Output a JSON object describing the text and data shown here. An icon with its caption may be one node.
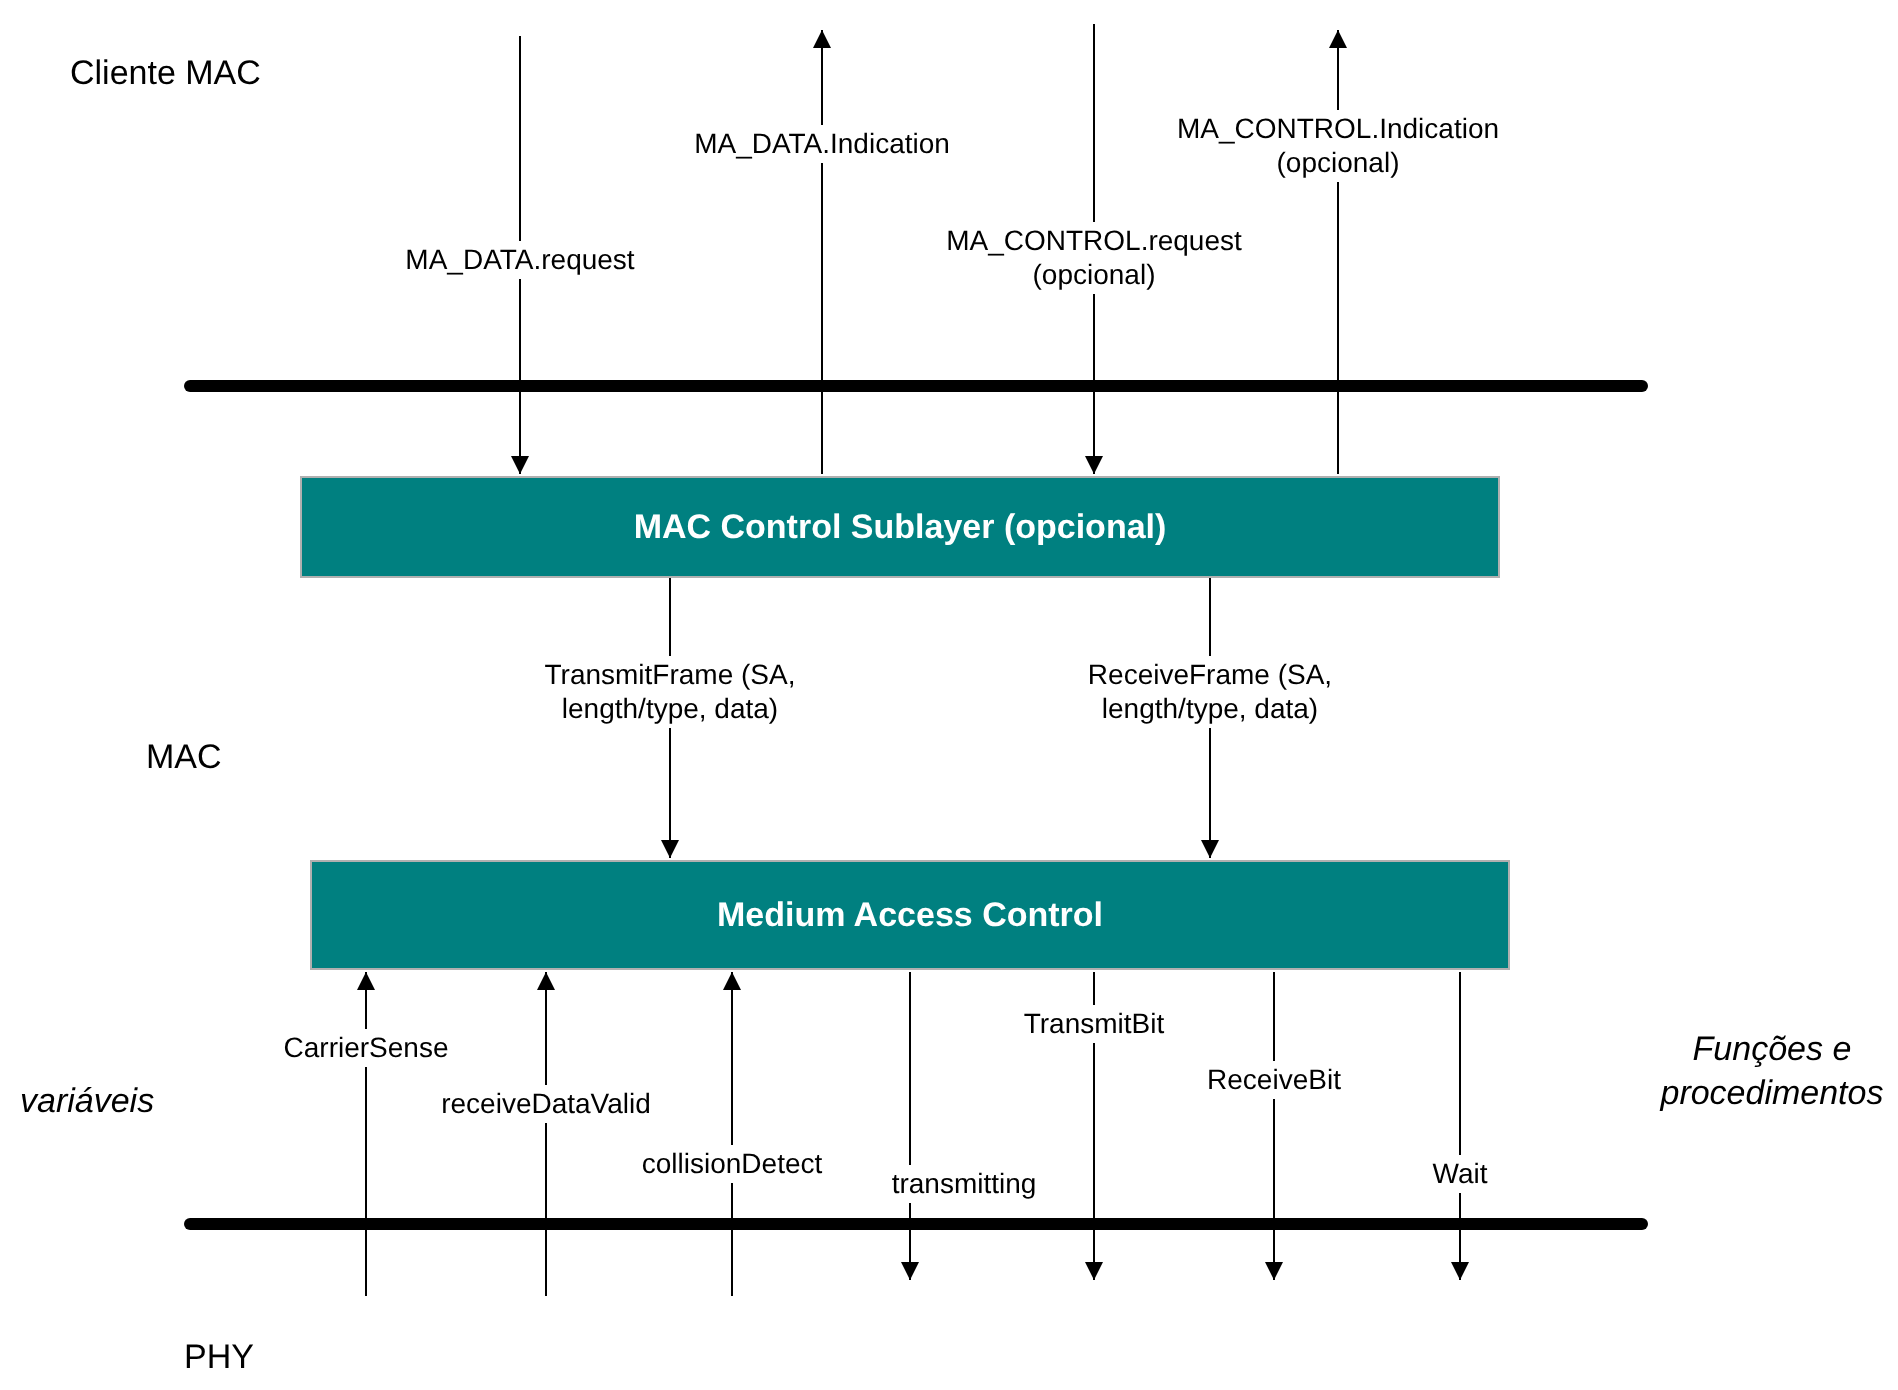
{
  "diagram": {
    "nodes": [
      {
        "text": [
          "MAC Control Sublayer (opcional)"
        ]
      },
      {
        "text": [
          "Medium Access Control"
        ]
      }
    ],
    "edges": [
      {
        "from": null,
        "to": 0,
        "arrow": "to",
        "label": "MA_DATA.request"
      },
      {
        "from": 0,
        "to": null,
        "arrow": "to",
        "label": "MA_DATA.Indication"
      },
      {
        "from": null,
        "to": 0,
        "arrow": "to",
        "label": "MA_CONTROL.request (opcional)"
      },
      {
        "from": 0,
        "to": null,
        "arrow": "to",
        "label": "MA_CONTROL.Indication (opcional)"
      },
      {
        "from": 0,
        "to": 1,
        "arrow": "to",
        "label": "TransmitFrame (SA, length/type, data)"
      },
      {
        "from": 0,
        "to": 1,
        "arrow": "to",
        "label": "ReceiveFrame (SA, length/type, data)"
      },
      {
        "from": null,
        "to": 1,
        "arrow": "to",
        "label": "CarrierSense"
      },
      {
        "from": null,
        "to": 1,
        "arrow": "to",
        "label": "receiveDataValid"
      },
      {
        "from": null,
        "to": 1,
        "arrow": "to",
        "label": "collisionDetect"
      },
      {
        "from": 1,
        "to": null,
        "arrow": "to",
        "label": "transmitting"
      },
      {
        "from": 1,
        "to": null,
        "arrow": "to",
        "label": "TransmitBit"
      },
      {
        "from": 1,
        "to": null,
        "arrow": "to",
        "label": "ReceiveBit"
      },
      {
        "from": 1,
        "to": null,
        "arrow": "to",
        "label": "Wait"
      }
    ],
    "labels": [
      "Cliente MAC",
      "MAC",
      "variáveis",
      "Funções e procedimentos",
      "PHY"
    ]
  }
}
